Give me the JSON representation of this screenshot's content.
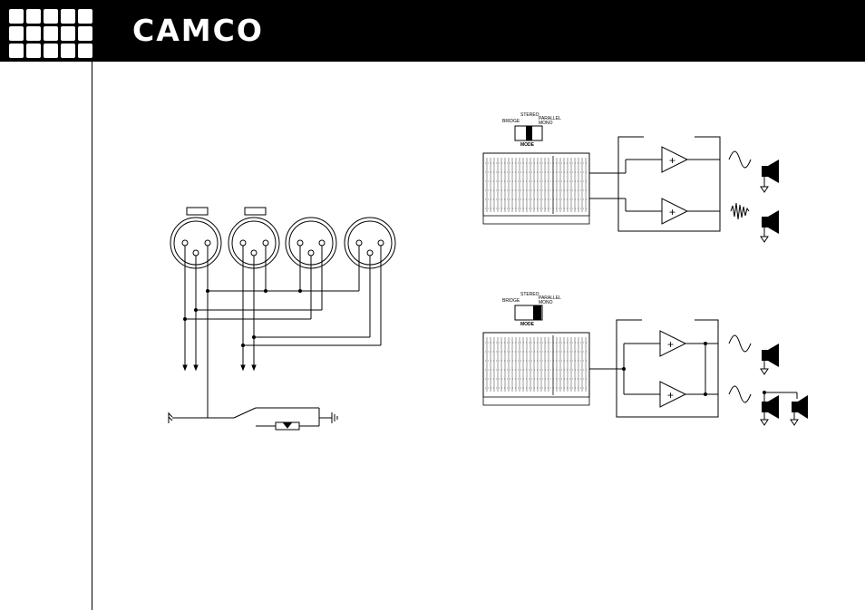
{
  "header": {
    "brand": "CAMCO"
  },
  "diagram_top": {
    "switch_labels": {
      "bridge": "BRIDGE",
      "stereo": "STEREO",
      "parallel": "PARALLEL",
      "mono": "MONO",
      "mode": "MODE"
    },
    "amp_symbol": "+"
  },
  "diagram_bottom": {
    "switch_labels": {
      "bridge": "BRIDGE",
      "stereo": "STEREO",
      "parallel": "PARALLEL",
      "mono": "MONO",
      "mode": "MODE"
    },
    "amp_symbol": "+"
  }
}
